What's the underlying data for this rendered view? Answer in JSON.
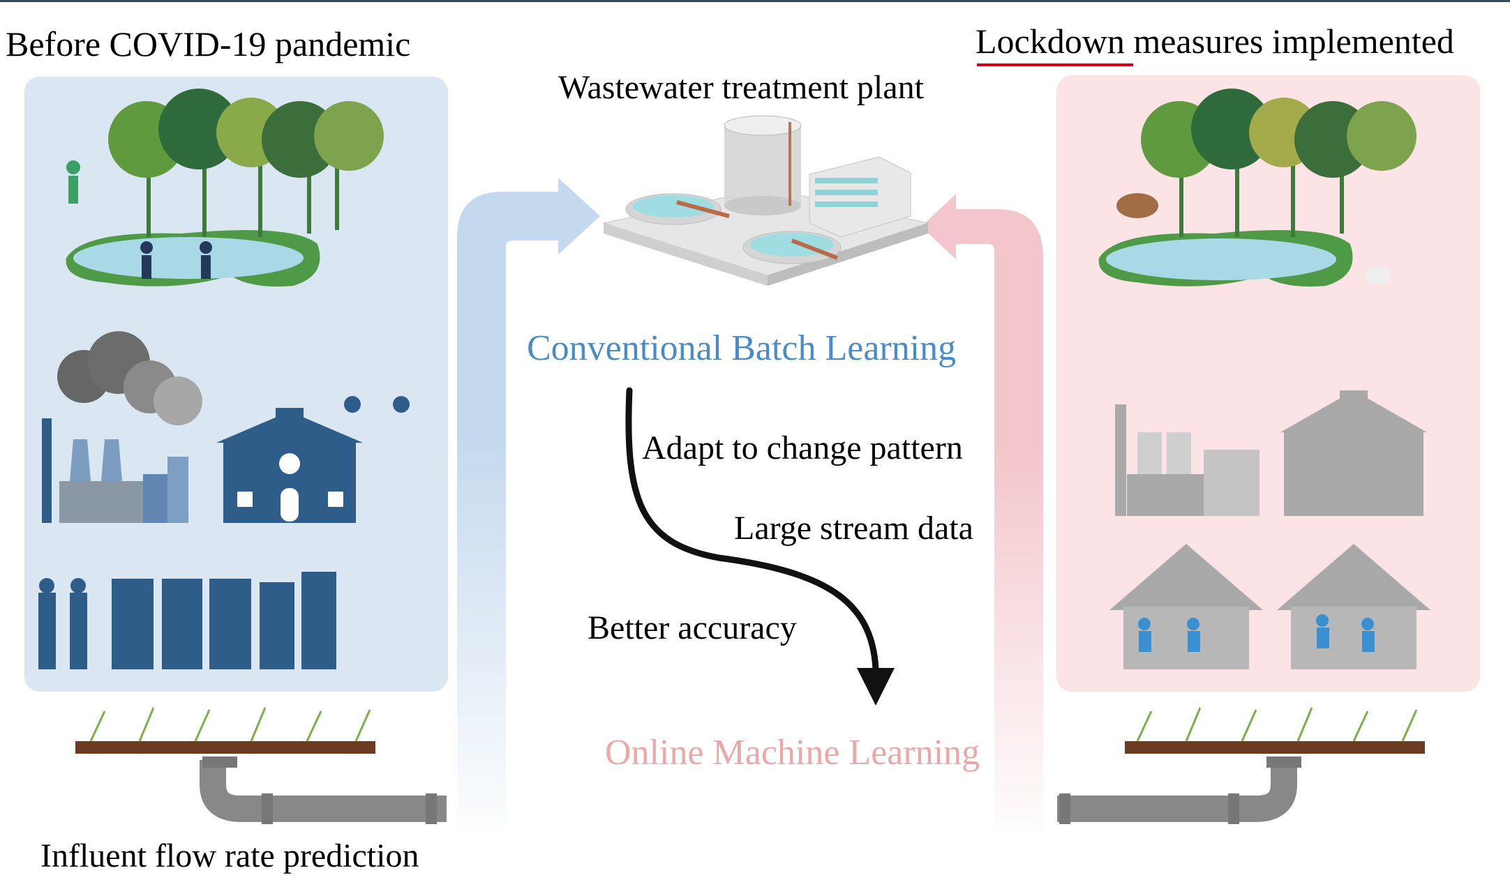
{
  "labels": {
    "before": "Before COVID-19 pandemic",
    "lockdown": "Lockdown",
    "lockdown_rest": " measures implemented",
    "plant": "Wastewater treatment plant",
    "batch": "Conventional Batch Learning",
    "online": "Online Machine Learning",
    "adapt": "Adapt to change pattern",
    "stream": "Large stream data",
    "accuracy": "Better accuracy",
    "influent": "Influent flow rate prediction"
  },
  "colors": {
    "batch_text": "#4a8cc8",
    "online_text": "#eaa8a8",
    "left_panel": "#dae6f2",
    "right_panel": "#fbe3e6",
    "underline": "#d0021b",
    "blue_icon": "#2f5d8a",
    "gray_icon": "#9a9a9a"
  }
}
